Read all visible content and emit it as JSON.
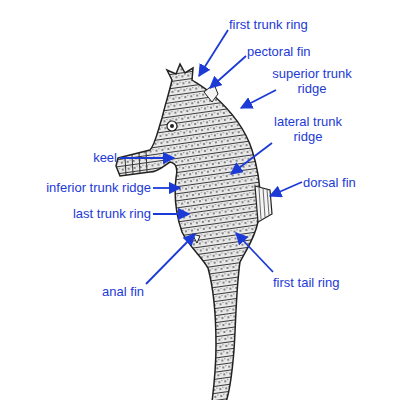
{
  "diagram": {
    "labels": [
      "first trunk ring",
      "pectoral fin",
      "superior trunk ridge",
      "lateral trunk ridge",
      "keel",
      "dorsal fin",
      "inferior trunk ridge",
      "last trunk ring",
      "first tail ring",
      "anal fin"
    ]
  }
}
